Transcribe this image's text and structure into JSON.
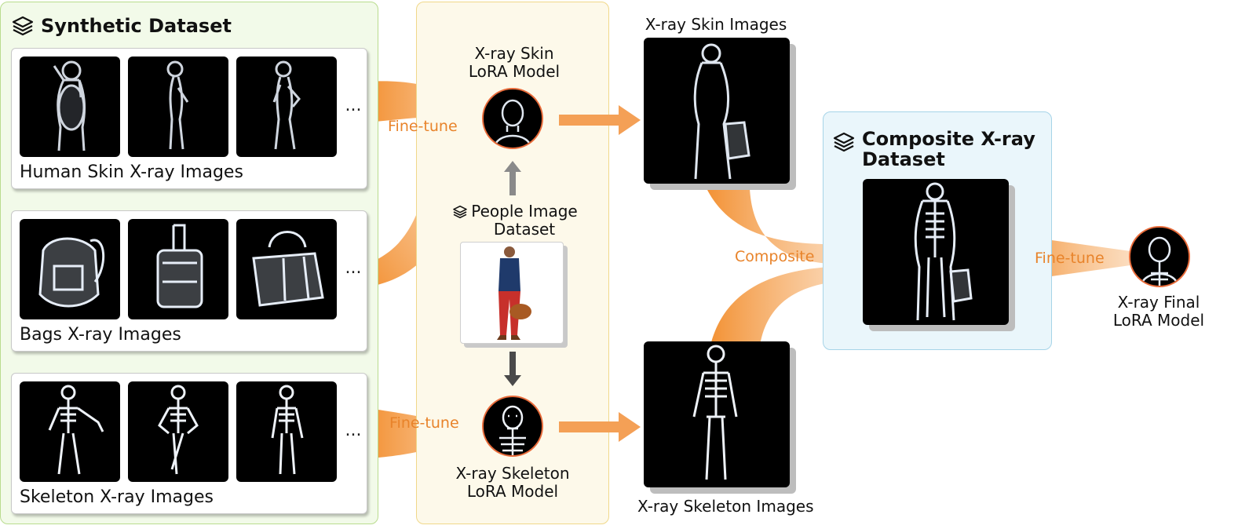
{
  "synthetic": {
    "title": "Synthetic Dataset",
    "human_label": "Human Skin X-ray Images",
    "bags_label": "Bags X-ray Images",
    "skeleton_label": "Skeleton X-ray Images",
    "ellipsis": "..."
  },
  "lora": {
    "skin_model": "X-ray Skin\nLoRA Model",
    "skeleton_model": "X-ray Skeleton\nLoRA Model",
    "people_dataset": "People Image\nDataset"
  },
  "edges": {
    "finetune_top": "Fine-tune",
    "finetune_bottom": "Fine-tune",
    "composite": "Composite",
    "finetune_final": "Fine-tune"
  },
  "outputs": {
    "skin_images": "X-ray Skin Images",
    "skeleton_images": "X-ray Skeleton Images"
  },
  "composite": {
    "title": "Composite X-ray\nDataset"
  },
  "final": {
    "model": "X-ray Final\nLoRA Model"
  },
  "colors": {
    "orange": "#f28c2a",
    "orange_label": "#e8832a",
    "synthetic_bg": "#f2fae9",
    "lora_bg": "#fdf9ea",
    "composite_bg": "#eaf6fb"
  }
}
